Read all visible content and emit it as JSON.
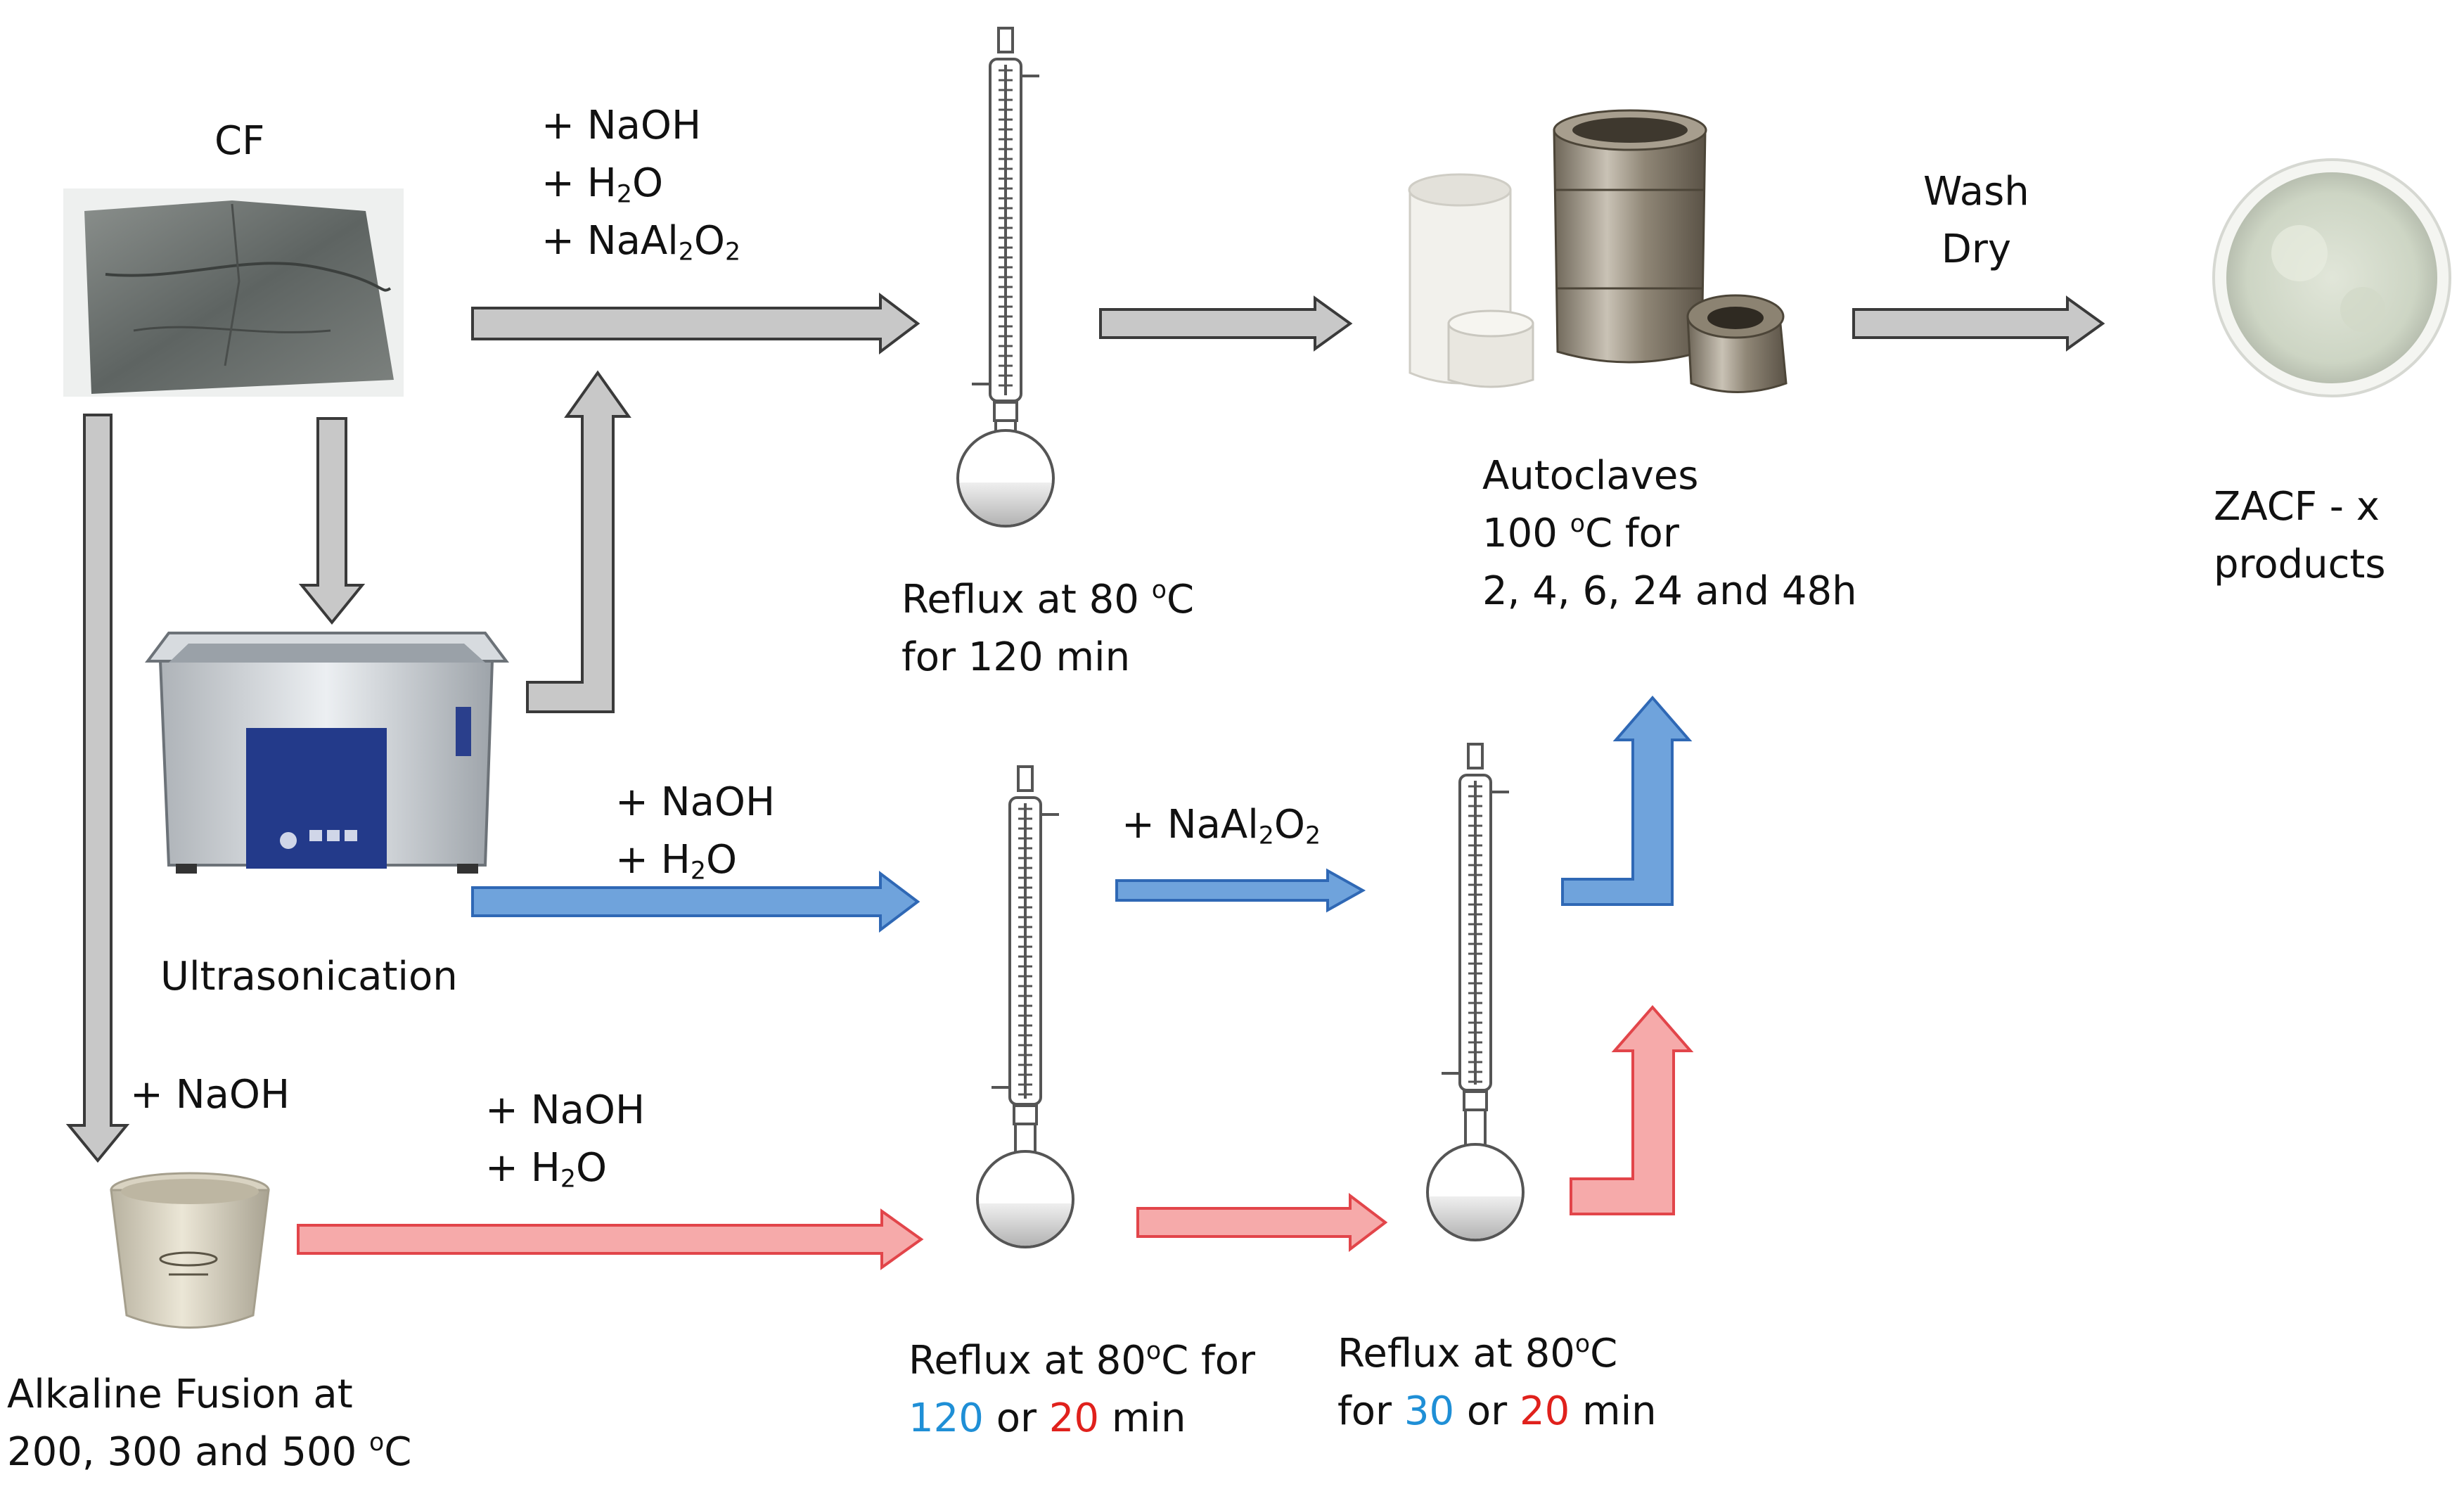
{
  "colors": {
    "gray_arrow_fill": "#c8c8c8",
    "gray_arrow_stroke": "#3a3a3a",
    "blue_arrow_fill": "#6fa3dc",
    "blue_arrow_stroke": "#2f68b5",
    "red_arrow_fill": "#f6aaaa",
    "red_arrow_stroke": "#e2454a",
    "highlight_blue": "#1f8fd6",
    "highlight_red": "#e0211c"
  },
  "labels": {
    "cf": "CF",
    "reagents_top": {
      "line1": "+ NaOH",
      "line2_pre": "+ H",
      "line2_sub": "2",
      "line2_post": "O",
      "line3_pre": "+ NaAl",
      "line3_sub1": "2",
      "line3_mid": "O",
      "line3_sub2": "2"
    },
    "reflux_top": {
      "line1_pre": "Reflux at 80 ",
      "line1_sup": "o",
      "line1_post": "C",
      "line2": "for 120 min"
    },
    "autoclaves": {
      "line1": "Autoclaves",
      "line2_pre": "100 ",
      "line2_sup": "o",
      "line2_post": "C for",
      "line3": "2, 4, 6, 24 and 48h"
    },
    "wash_dry": {
      "line1": "Wash",
      "line2": "Dry"
    },
    "product": {
      "line1": "ZACF - x",
      "line2": "products"
    },
    "ultrasonication": "Ultrasonication",
    "reagents_blue": {
      "line1": "+ NaOH",
      "line2_pre": "+ H",
      "line2_sub": "2",
      "line2_post": "O"
    },
    "naalo2_blue": {
      "pre": "+ NaAl",
      "sub1": "2",
      "mid": "O",
      "sub2": "2"
    },
    "naoh_fusion": "+ NaOH",
    "reagents_red": {
      "line1": "+ NaOH",
      "line2_pre": "+ H",
      "line2_sub": "2",
      "line2_post": "O"
    },
    "alkaline_fusion": {
      "line1": "Alkaline Fusion at",
      "line2_pre": "200, 300 and 500 ",
      "line2_sup": "o",
      "line2_post": "C"
    },
    "reflux_mid": {
      "line1_pre": "Reflux at 80",
      "line1_sup": "o",
      "line1_post": "C for",
      "line2_blue": "120",
      "line2_or": " or ",
      "line2_red": "20",
      "line2_post": " min"
    },
    "reflux_right": {
      "line1_pre": "Reflux at 80",
      "line1_sup": "o",
      "line1_post": "C",
      "line2_pre": "for ",
      "line2_blue": "30",
      "line2_or": " or ",
      "line2_red": "20",
      "line2_post": " min"
    }
  }
}
